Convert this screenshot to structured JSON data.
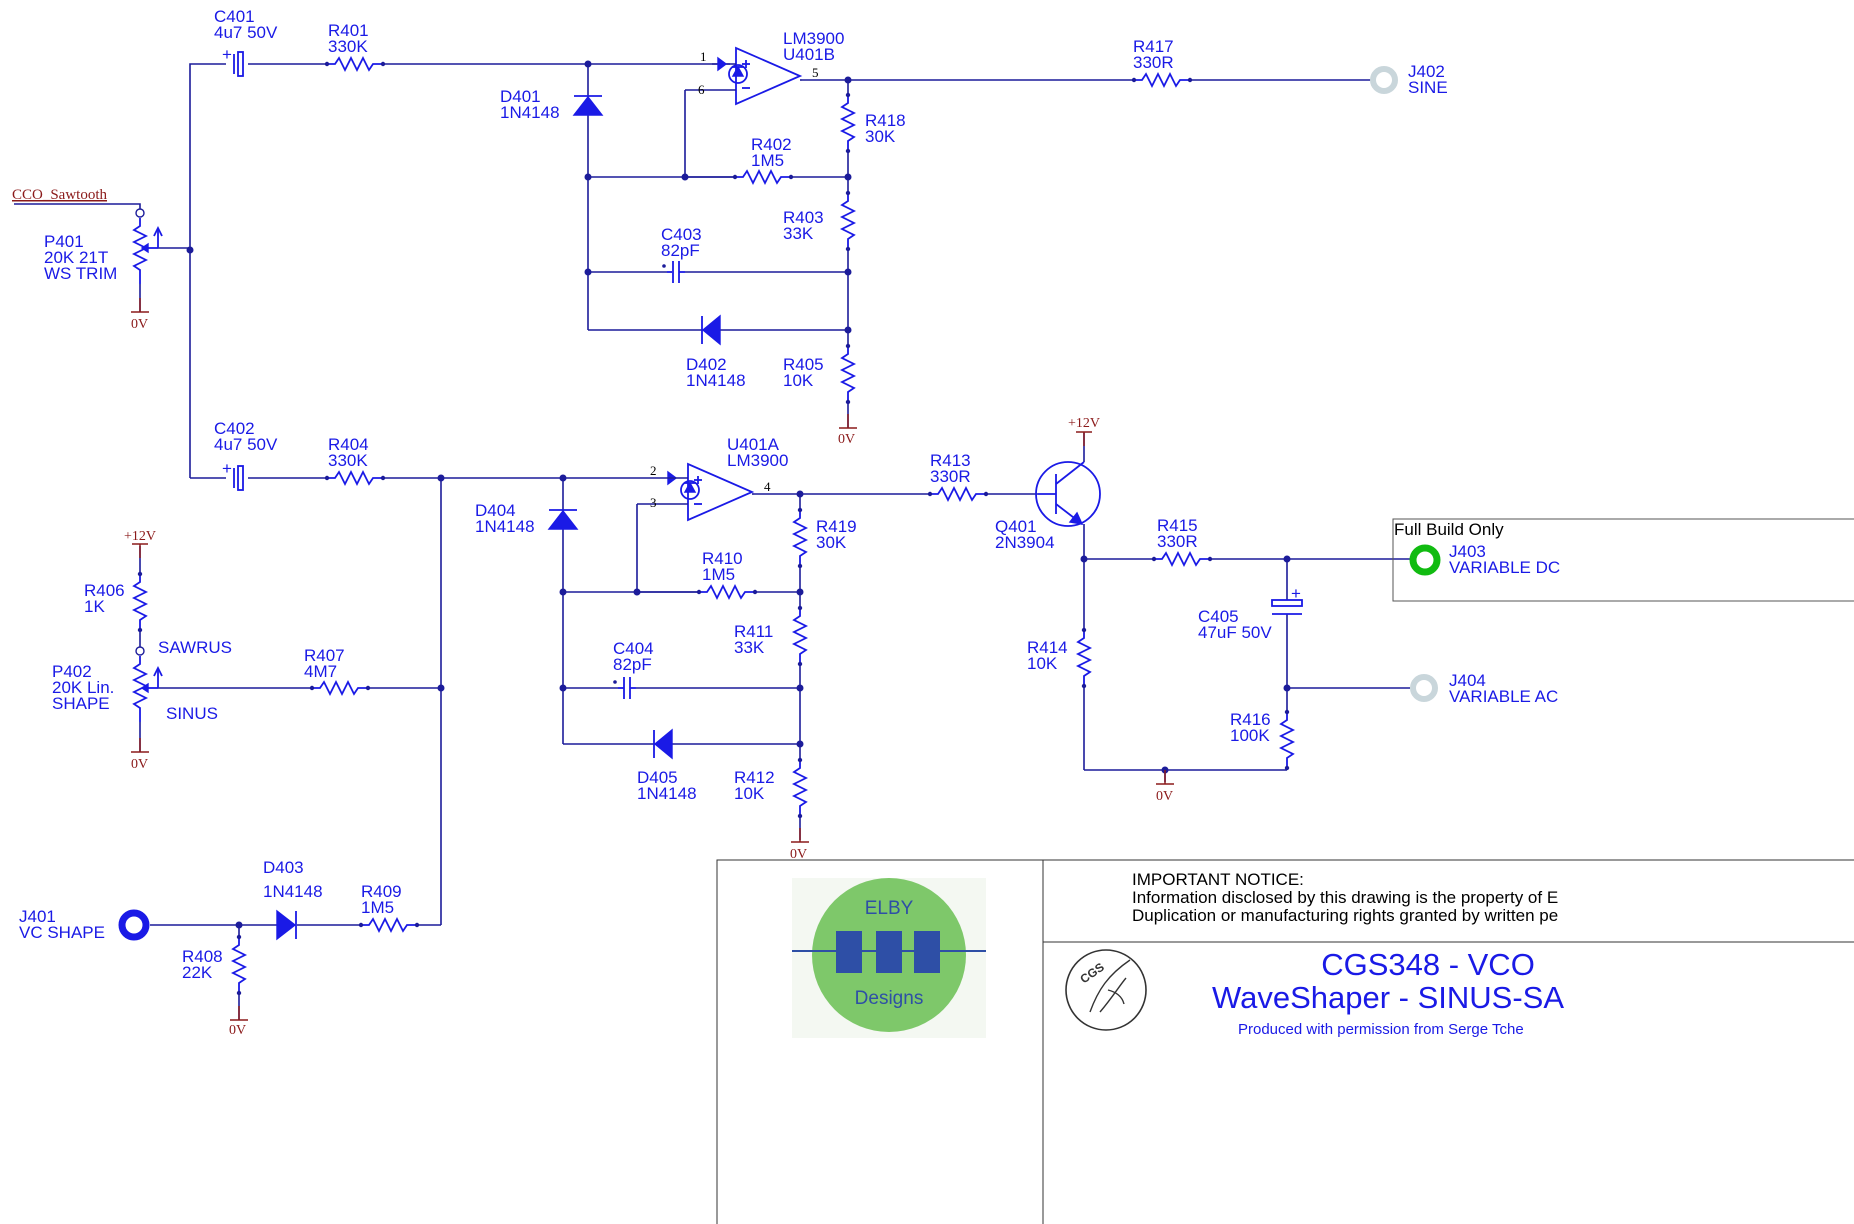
{
  "components": {
    "C401": {
      "ref": "C401",
      "value": "4u7 50V"
    },
    "R401": {
      "ref": "R401",
      "value": "330K"
    },
    "U401B": {
      "ref": "LM3900",
      "value": "U401B"
    },
    "R417": {
      "ref": "R417",
      "value": "330R"
    },
    "J402": {
      "ref": "J402",
      "value": "SINE"
    },
    "D401": {
      "ref": "D401",
      "value": "1N4148"
    },
    "R418": {
      "ref": "R418",
      "value": "30K"
    },
    "R402": {
      "ref": "R402",
      "value": "1M5"
    },
    "R403": {
      "ref": "R403",
      "value": "33K"
    },
    "C403": {
      "ref": "C403",
      "value": "82pF"
    },
    "D402": {
      "ref": "D402",
      "value": "1N4148"
    },
    "R405": {
      "ref": "R405",
      "value": "10K"
    },
    "P401": {
      "ref": "P401",
      "value": "20K 21T",
      "extra": "WS TRIM"
    },
    "C402": {
      "ref": "C402",
      "value": "4u7 50V"
    },
    "R404": {
      "ref": "R404",
      "value": "330K"
    },
    "U401A": {
      "ref": "U401A",
      "value": "LM3900"
    },
    "R413": {
      "ref": "R413",
      "value": "330R"
    },
    "Q401": {
      "ref": "Q401",
      "value": "2N3904"
    },
    "D404": {
      "ref": "D404",
      "value": "1N4148"
    },
    "R419": {
      "ref": "R419",
      "value": "30K"
    },
    "R410": {
      "ref": "R410",
      "value": "1M5"
    },
    "R411": {
      "ref": "R411",
      "value": "33K"
    },
    "C404": {
      "ref": "C404",
      "value": "82pF"
    },
    "D405": {
      "ref": "D405",
      "value": "1N4148"
    },
    "R412": {
      "ref": "R412",
      "value": "10K"
    },
    "R406": {
      "ref": "R406",
      "value": "1K"
    },
    "P402": {
      "ref": "P402",
      "value": "20K Lin.",
      "extra": "SHAPE"
    },
    "R407": {
      "ref": "R407",
      "value": "4M7"
    },
    "R415": {
      "ref": "R415",
      "value": "330R"
    },
    "J403": {
      "ref": "J403",
      "value": "VARIABLE DC"
    },
    "C405": {
      "ref": "C405",
      "value": "47uF 50V"
    },
    "R414": {
      "ref": "R414",
      "value": "10K"
    },
    "J404": {
      "ref": "J404",
      "value": "VARIABLE AC"
    },
    "R416": {
      "ref": "R416",
      "value": "100K"
    },
    "D403": {
      "ref": "D403",
      "value": "1N4148"
    },
    "R409": {
      "ref": "R409",
      "value": "1M5"
    },
    "J401": {
      "ref": "J401",
      "value": "VC SHAPE"
    },
    "R408": {
      "ref": "R408",
      "value": "22K"
    }
  },
  "labels": {
    "sawrus": "SAWRUS",
    "sinus": "SINUS",
    "net_sawtooth": "CCO_Sawtooth",
    "gnd": "0V",
    "vcc": "+12V",
    "full_build": "Full Build Only"
  },
  "pins": {
    "u401b_in_plus": "1",
    "u401b_in_minus": "6",
    "u401b_out": "5",
    "u401a_in_plus": "2",
    "u401a_in_minus": "3",
    "u401a_out": "4"
  },
  "title_block": {
    "notice_title": "IMPORTANT NOTICE:",
    "notice_line1": "Information disclosed by this drawing is the property of E",
    "notice_line2": "Duplication or manufacturing rights granted by written pe",
    "title_line1": "CGS348 - VCO",
    "title_line2": "WaveShaper - SINUS-SA",
    "credit": "Produced with permission from Serge Tche",
    "logo_top": "ELBY",
    "logo_bottom": "Designs",
    "cgs_logo": "CGS"
  },
  "colors": {
    "wire": "#1c1c9a",
    "component": "#1a1ae6",
    "power": "#8b1a1a",
    "jack_green": "#11bb11",
    "jack_grey": "#c9d6db",
    "logo_green": "#7ec86a",
    "logo_blue": "#2e4fa6"
  }
}
